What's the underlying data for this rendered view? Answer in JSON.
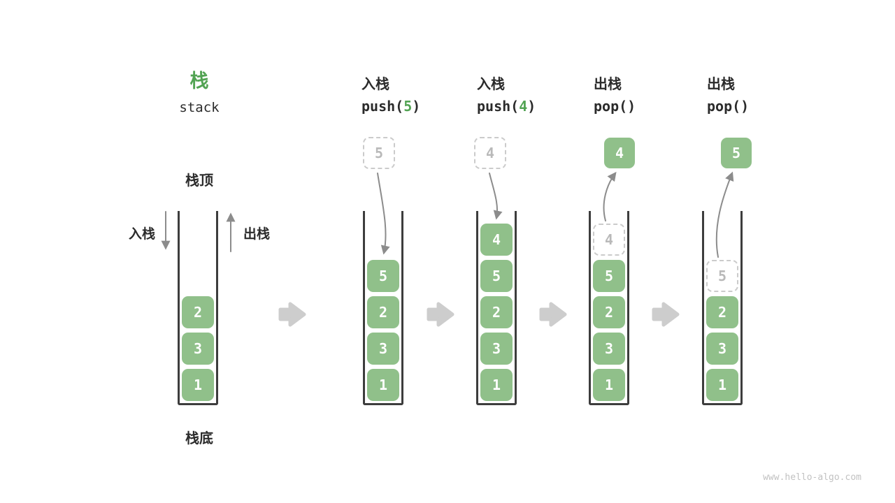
{
  "title": {
    "zh": "栈",
    "en": "stack"
  },
  "legend": {
    "top": "栈顶",
    "bottom": "栈底",
    "push": "入栈",
    "pop": "出栈"
  },
  "base_stack": {
    "cells": [
      "2",
      "3",
      "1"
    ]
  },
  "steps": [
    {
      "op": "入栈",
      "code_pre": "push(",
      "arg": "5",
      "code_post": ")",
      "pending": "5",
      "cells": [
        "5",
        "2",
        "3",
        "1"
      ]
    },
    {
      "op": "入栈",
      "code_pre": "push(",
      "arg": "4",
      "code_post": ")",
      "pending": "4",
      "cells": [
        "4",
        "5",
        "2",
        "3",
        "1"
      ]
    },
    {
      "op": "出栈",
      "code": "pop()",
      "result": "4",
      "ghost": "4",
      "cells": [
        "5",
        "2",
        "3",
        "1"
      ]
    },
    {
      "op": "出栈",
      "code": "pop()",
      "result": "5",
      "ghost": "5",
      "cells": [
        "2",
        "3",
        "1"
      ]
    }
  ],
  "watermark": "www.hello-algo.com",
  "colors": {
    "accent_green": "#52A353",
    "cell_green": "#90C08A"
  }
}
